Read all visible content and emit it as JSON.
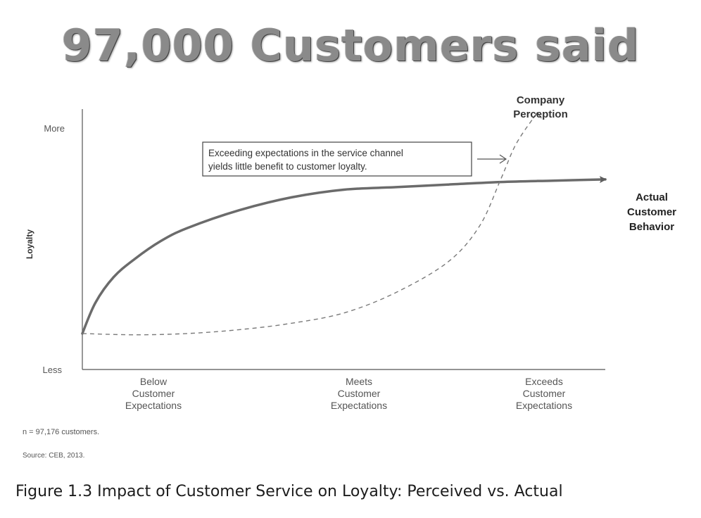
{
  "headline": "97,000 Customers said",
  "chart_data": {
    "type": "line",
    "x": [
      "Below Customer Expectations",
      "Meets Customer Expectations",
      "Exceeds Customer Expectations"
    ],
    "xlabel": "",
    "ylabel": "Loyalty",
    "y_tick_labels": {
      "top": "More",
      "bottom": "Less"
    },
    "ylim": [
      0,
      1
    ],
    "grid": false,
    "series": [
      {
        "name": "Actual Customer Behavior",
        "style": "solid",
        "color": "#6b6b6b",
        "points": [
          [
            0,
            0.14
          ],
          [
            0.025,
            0.26
          ],
          [
            0.06,
            0.36
          ],
          [
            0.1,
            0.43
          ],
          [
            0.15,
            0.5
          ],
          [
            0.2,
            0.55
          ],
          [
            0.3,
            0.62
          ],
          [
            0.4,
            0.67
          ],
          [
            0.5,
            0.7
          ],
          [
            0.6,
            0.71
          ],
          [
            0.7,
            0.72
          ],
          [
            0.8,
            0.73
          ],
          [
            0.9,
            0.735
          ],
          [
            1.0,
            0.74
          ]
        ]
      },
      {
        "name": "Company Perception",
        "style": "dashed",
        "color": "#7a7a7a",
        "points": [
          [
            0,
            0.14
          ],
          [
            0.1,
            0.135
          ],
          [
            0.2,
            0.14
          ],
          [
            0.3,
            0.155
          ],
          [
            0.4,
            0.18
          ],
          [
            0.5,
            0.22
          ],
          [
            0.6,
            0.3
          ],
          [
            0.7,
            0.42
          ],
          [
            0.76,
            0.56
          ],
          [
            0.8,
            0.74
          ],
          [
            0.83,
            0.88
          ],
          [
            0.87,
            1.0
          ]
        ]
      }
    ],
    "annotations": [
      {
        "text": "Exceeding expectations in the service channel yields little benefit to customer loyalty.",
        "lines": [
          "Exceeding expectations in the service channel",
          "yields little benefit to customer loyalty."
        ]
      }
    ],
    "labels": {
      "company_perception": [
        "Company",
        "Perception"
      ],
      "actual_behavior": [
        "Actual",
        "Customer",
        "Behavior"
      ]
    },
    "x_tick_labels": [
      [
        "Below",
        "Customer",
        "Expectations"
      ],
      [
        "Meets",
        "Customer",
        "Expectations"
      ],
      [
        "Exceeds",
        "Customer",
        "Expectations"
      ]
    ]
  },
  "footnotes": {
    "n": "n = 97,176 customers.",
    "source": "Source: CEB, 2013."
  },
  "caption": "Figure 1.3  Impact of Customer Service on Loyalty: Perceived vs. Actual"
}
